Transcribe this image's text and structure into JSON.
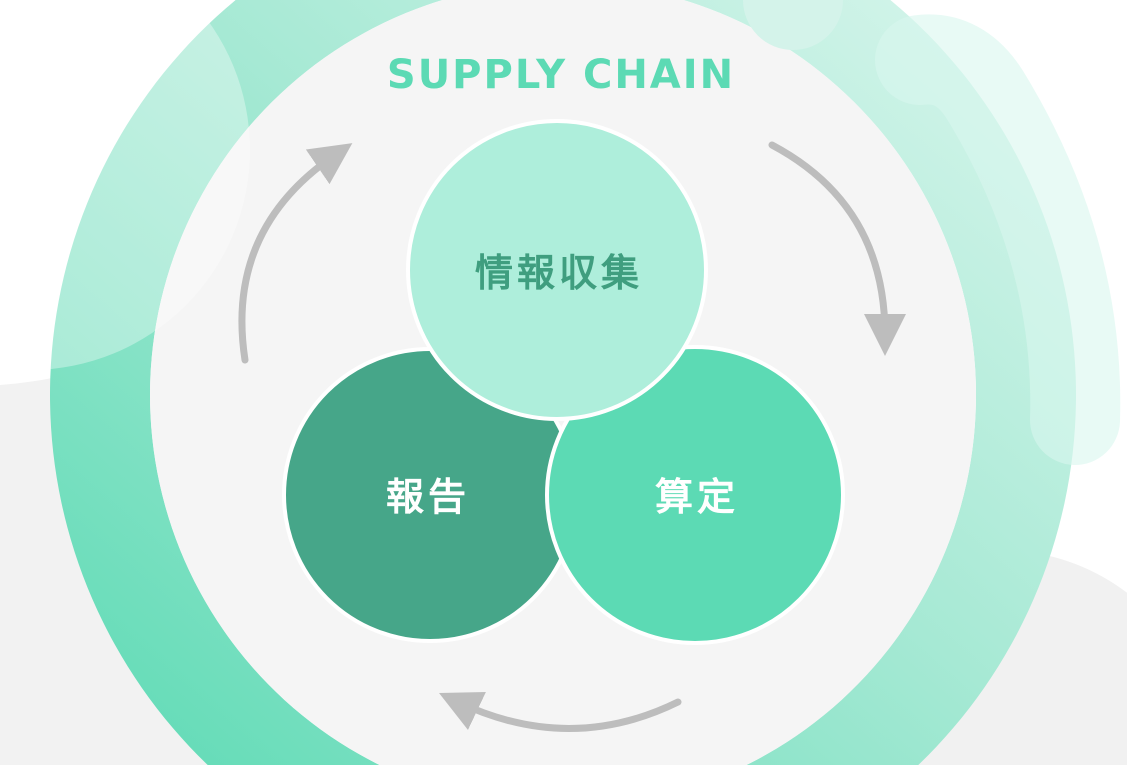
{
  "title": "SUPPLY CHAIN",
  "nodes": [
    {
      "label": "情報収集",
      "color": "#aeeedb",
      "text_color": "#3f9e7f"
    },
    {
      "label": "算定",
      "color": "#5cdab4",
      "text_color": "#ffffff"
    },
    {
      "label": "報告",
      "color": "#46a689",
      "text_color": "#ffffff"
    }
  ],
  "colors": {
    "accent": "#5cdab4",
    "ring_light": "#d6f5ec",
    "ring_dark": "#5cdab4",
    "arrow": "#bdbdbd",
    "inner_bg": "#f5f5f5"
  }
}
